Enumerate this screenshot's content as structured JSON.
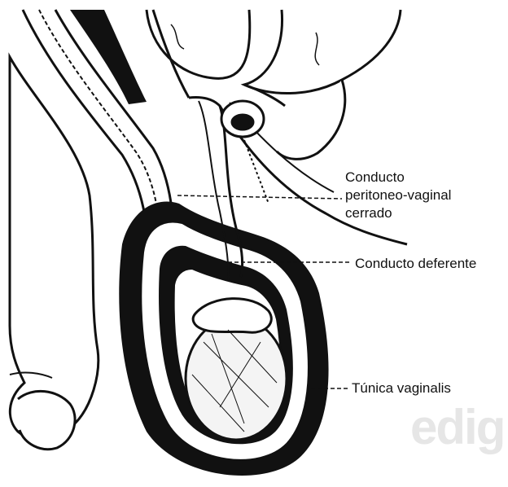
{
  "labels": {
    "peritoneo_line1": "Conducto",
    "peritoneo_line2": "peritoneo-vaginal",
    "peritoneo_line3": "cerrado",
    "deferente": "Conducto deferente",
    "vaginalis": "Túnica vaginalis"
  },
  "watermark": "edig",
  "colors": {
    "ink": "#111111",
    "paper": "#ffffff"
  }
}
